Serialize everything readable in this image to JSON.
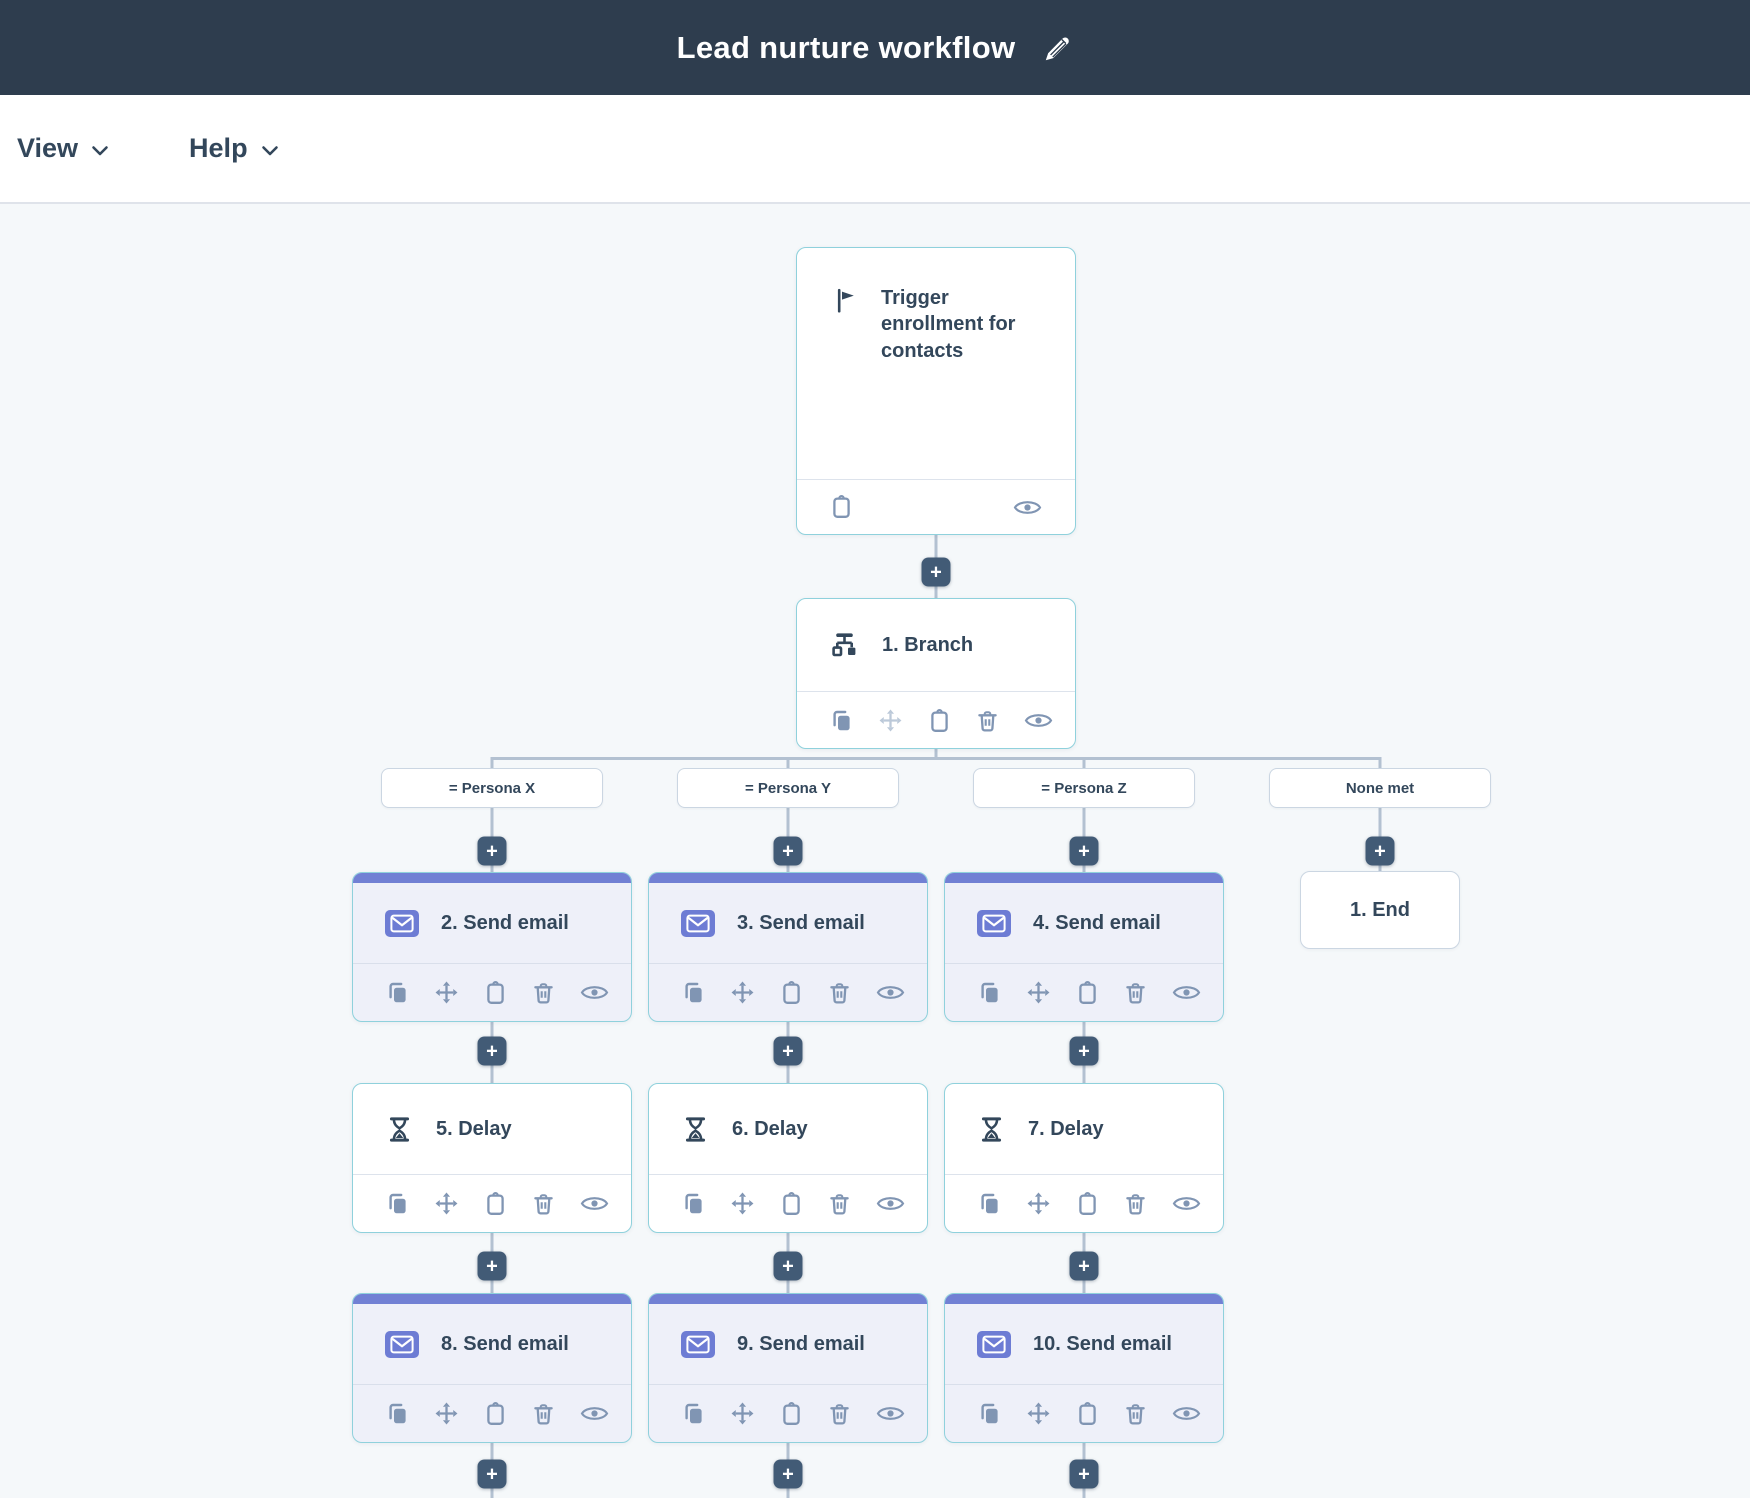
{
  "header": {
    "title": "Lead nurture workflow"
  },
  "menu": {
    "items": [
      {
        "label": "View"
      },
      {
        "label": "Help"
      }
    ]
  },
  "workflow": {
    "trigger": {
      "title": "Trigger enrollment for contacts"
    },
    "branch": {
      "title": "1. Branch"
    },
    "branches": [
      {
        "label": "= Persona X"
      },
      {
        "label": "= Persona Y"
      },
      {
        "label": "= Persona Z"
      },
      {
        "label": "None met"
      }
    ],
    "end_node": {
      "title": "1. End"
    },
    "actions": [
      {
        "title": "2. Send email",
        "type": "email"
      },
      {
        "title": "3. Send email",
        "type": "email"
      },
      {
        "title": "4. Send email",
        "type": "email"
      },
      {
        "title": "5. Delay",
        "type": "delay"
      },
      {
        "title": "6. Delay",
        "type": "delay"
      },
      {
        "title": "7. Delay",
        "type": "delay"
      },
      {
        "title": "8. Send email",
        "type": "email"
      },
      {
        "title": "9. Send email",
        "type": "email"
      },
      {
        "title": "10. Send email",
        "type": "email"
      }
    ],
    "plus_label": "+"
  },
  "colors": {
    "header_bg": "#2e3d4e",
    "canvas_bg": "#f5f8fa",
    "text_dark": "#33475b",
    "teal_border": "#8fd1dc",
    "email_accent": "#6d7cd4",
    "plus_bg": "#425b76",
    "icon_muted": "#8095b3"
  }
}
